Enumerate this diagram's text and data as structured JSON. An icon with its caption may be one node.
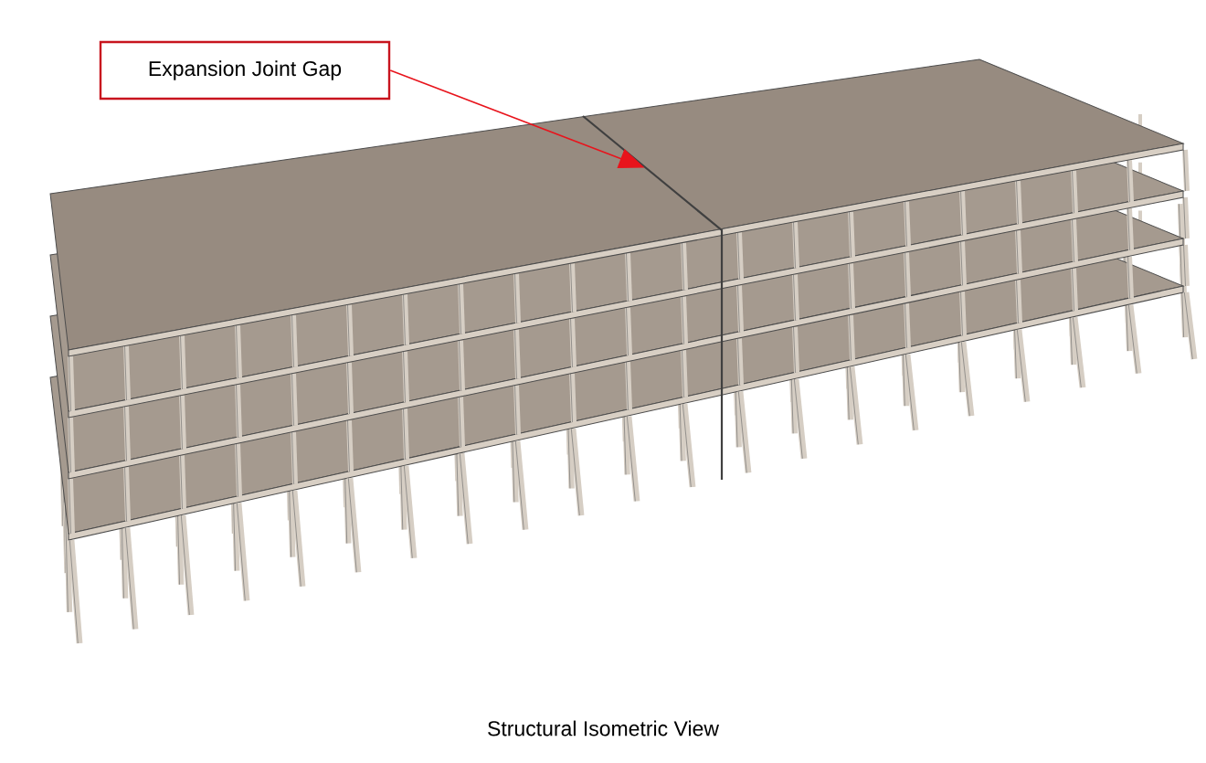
{
  "diagram": {
    "caption": "Structural Isometric View",
    "nodes": [
      {
        "text": [
          "Expansion Joint Gap"
        ]
      },
      {
        "text": [],
        "shape": "line"
      }
    ],
    "edges": [
      {
        "from": 0,
        "to": 1,
        "arrow": "to",
        "color": "#e8141c"
      }
    ]
  }
}
